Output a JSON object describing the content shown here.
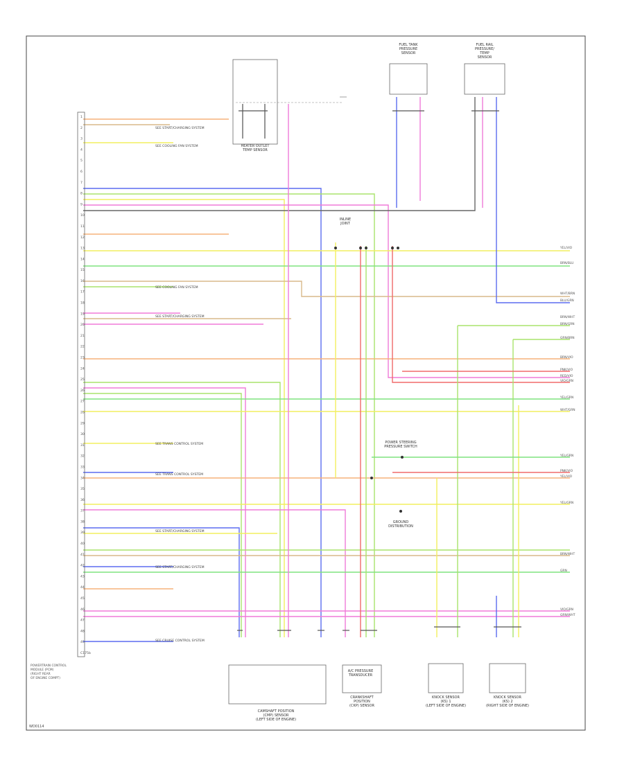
{
  "footer_code": "WD0114",
  "module_label_lines": [
    "POWERTRAIN CONTROL",
    "MODULE (PCM)",
    "(RIGHT REAR",
    "OF ENGINE COMPT)"
  ],
  "left_pins": [
    "C175b",
    "49",
    "48",
    "47",
    "46",
    "45",
    "44",
    "43",
    "42",
    "41",
    "40",
    "39",
    "38",
    "37",
    "36",
    "35",
    "34",
    "33",
    "32",
    "31",
    "30",
    "29",
    "28",
    "27",
    "26",
    "25",
    "24",
    "23",
    "22",
    "21",
    "20",
    "19",
    "18",
    "17",
    "16",
    "15",
    "14",
    "13",
    "12",
    "11",
    "10",
    "9",
    "8",
    "7",
    "6",
    "5",
    "4",
    "3",
    "2",
    "1"
  ],
  "notes": [
    "SEE START/CHARGING SYSTEM",
    "SEE COOLING FAN SYSTEM",
    "SEE COOLING FAN SYSTEM",
    "SEE START/CHARGING SYSTEM",
    "SEE TRANS CONTROL SYSTEM",
    "SEE TRANS CONTROL SYSTEM",
    "SEE START/CHARGING SYSTEM",
    "SEE START/CHARGING SYSTEM",
    "SEE CRUISE CONTROL SYSTEM"
  ],
  "components": {
    "heater_outlet": [
      "HEATER OUTLET",
      "TEMP SENSOR"
    ],
    "fuel_rail": [
      "FUEL RAIL",
      "PRESSURE/",
      "TEMP",
      "SENSOR"
    ],
    "fuel_tank": [
      "FUEL TANK",
      "PRESSURE",
      "SENSOR"
    ],
    "ac_sensor": [
      "A/C PRESSURE",
      "TRANSDUCER"
    ],
    "inline_joint": [
      "INLINE",
      "JOINT"
    ],
    "steering": [
      "POWER STEERING",
      "PRESSURE SWITCH"
    ],
    "ground": [
      "GROUND",
      "DISTRIBUTION"
    ],
    "bottom_1": [
      "CAMSHAFT POSITION",
      "(CMP) SENSOR",
      "(LEFT SIDE OF ENGINE)"
    ],
    "bottom_2": [
      "CRANKSHAFT",
      "POSITION",
      "(CKP) SENSOR"
    ],
    "bottom_3": [
      "KNOCK SENSOR",
      "(KS) 1",
      "(LEFT SIDE OF ENGINE)"
    ],
    "bottom_4": [
      "KNOCK SENSOR",
      "(KS) 2",
      "(RIGHT SIDE OF ENGINE)"
    ]
  },
  "right_signals": [
    "YEL/VIO",
    "BRN/BLU",
    "WHT/BRN",
    "BLU/GRN",
    "BRN/WHT",
    "BRN/GRN",
    "GRN/BRN",
    "BRN/VIO",
    "PNK/VIO",
    "RED/VIO",
    "VIO/GRN",
    "YEL/GRN",
    "WHT/GRN",
    "YEL/GRN",
    "PNK/VIO",
    "YEL/VIO",
    "YEL/GRN",
    "BRN/WHT",
    "GRN",
    "VIO/GRN",
    "GRN/WHT"
  ],
  "wire_colors": {
    "orange": "#f5b27a",
    "yellow": "#f2ef5e",
    "green": "#a8e36b",
    "blue": "#5b6cf0",
    "pink": "#f07ad8",
    "red": "#f06a6a",
    "tan": "#d9b98a",
    "gray": "#666666",
    "lgreen": "#7fe37f"
  }
}
